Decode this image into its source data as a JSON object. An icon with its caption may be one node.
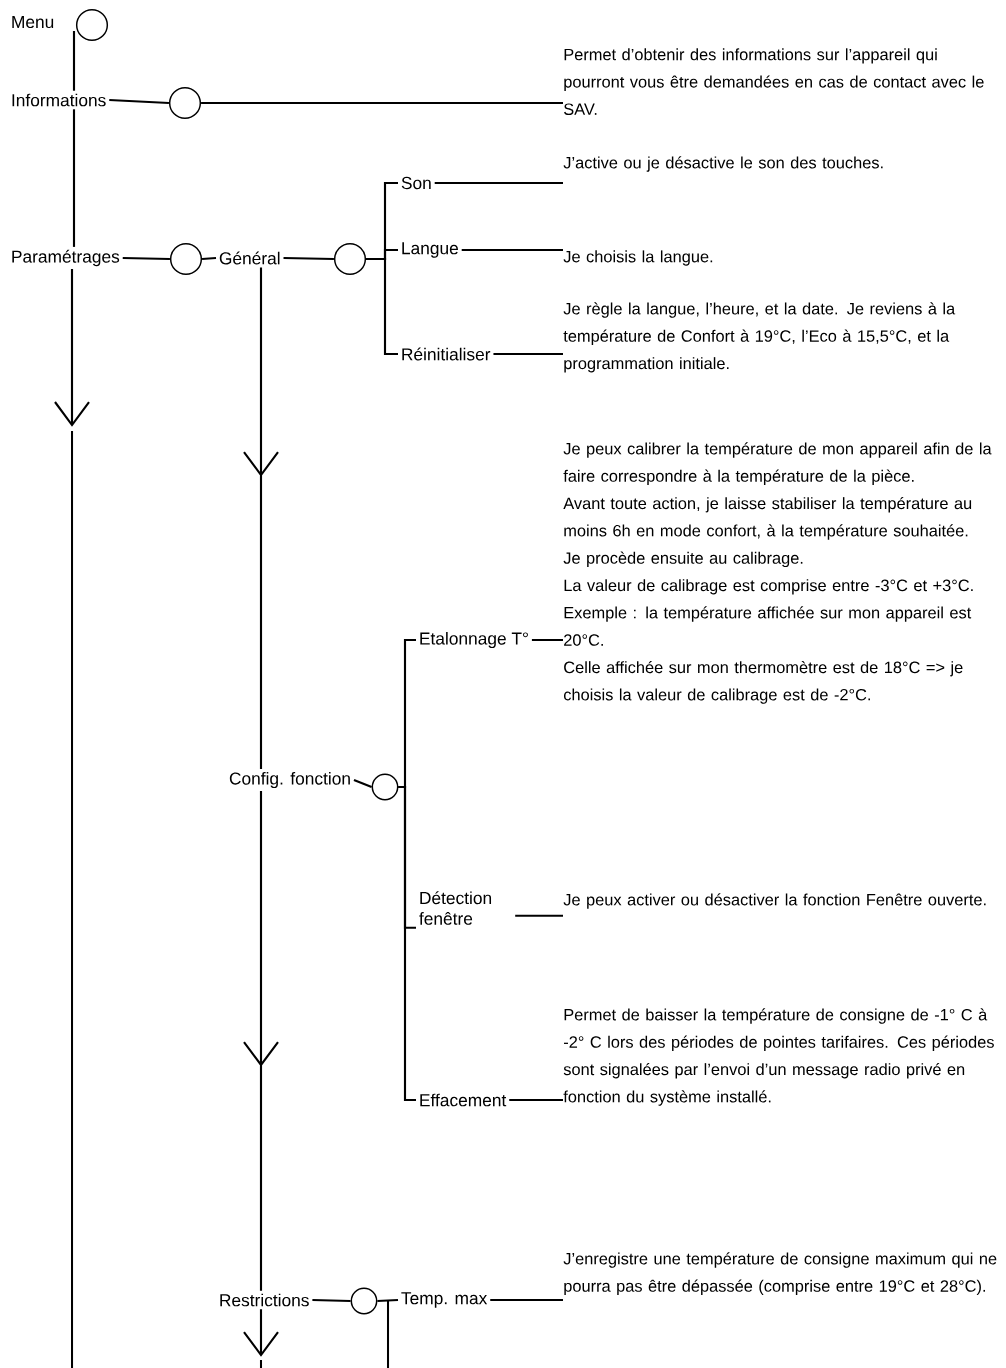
{
  "diagram": {
    "nodes": [
      {
        "text": [
          "Menu"
        ]
      },
      {
        "text": [],
        "shape": "circle"
      },
      {
        "text": [
          "Informations"
        ]
      },
      {
        "text": [],
        "shape": "circle"
      },
      {
        "text": [
          "Permet d’obtenir des informations sur l’appareil qui pourront vous être demandées en cas de contact avec le SAV."
        ]
      },
      {
        "text": [
          "Paramétrages"
        ]
      },
      {
        "text": [],
        "shape": "circle"
      },
      {
        "text": [
          "Général"
        ]
      },
      {
        "text": [],
        "shape": "circle"
      },
      {
        "text": [
          "Son"
        ]
      },
      {
        "text": [
          "J’active ou je désactive le son des touches."
        ]
      },
      {
        "text": [
          "Langue"
        ]
      },
      {
        "text": [
          "Je choisis la langue."
        ]
      },
      {
        "text": [
          "Réinitialiser"
        ]
      },
      {
        "text": [
          "Je règle la langue, l’heure, et la date. Je reviens à la température de Confort à 19°C, l’Eco à 15,5°C, et la programmation initiale."
        ]
      },
      {
        "text": [
          "Config. fonction"
        ]
      },
      {
        "text": [],
        "shape": "circle"
      },
      {
        "text": [
          "Etalonnage T°"
        ]
      },
      {
        "text": [
          "Je peux calibrer la température de mon appareil afin de la faire correspondre à la température de la pièce.",
          "Avant toute action, je laisse stabiliser la température au moins 6h en mode confort, à la température souhaitée.",
          "Je procède ensuite au calibrage.",
          "La valeur de calibrage est comprise entre -3°C et +3°C.",
          "Exemple : la température affichée sur mon appareil est 20°C.",
          "Celle affichée sur mon thermomètre est de 18°C => je choisis la valeur de calibrage est de -2°C."
        ]
      },
      {
        "text": [
          "Détection fenêtre"
        ]
      },
      {
        "text": [
          "Je peux activer ou désactiver la fonction Fenêtre ouverte."
        ]
      },
      {
        "text": [
          "Effacement"
        ]
      },
      {
        "text": [
          "Permet de baisser la température de consigne de -1° C à -2° C lors des périodes de pointes tarifaires. Ces périodes sont signalées par l’envoi d’un message radio privé en fonction du système installé."
        ]
      },
      {
        "text": [
          "Restrictions"
        ]
      },
      {
        "text": [],
        "shape": "circle"
      },
      {
        "text": [
          "Temp. max"
        ]
      },
      {
        "text": [
          "J’enregistre une température de consigne maximum qui ne pourra pas être dépassée (comprise entre 19°C et 28°C)."
        ]
      }
    ],
    "edges": [
      {
        "from": 0,
        "to": 2,
        "arrow": "none"
      },
      {
        "from": 2,
        "to": 3,
        "arrow": "none"
      },
      {
        "from": 3,
        "to": 4,
        "arrow": "none"
      },
      {
        "from": 2,
        "to": 5,
        "arrow": "none"
      },
      {
        "from": 5,
        "to": 6,
        "arrow": "none"
      },
      {
        "from": 6,
        "to": 7,
        "arrow": "none"
      },
      {
        "from": 7,
        "to": 8,
        "arrow": "none"
      },
      {
        "from": 8,
        "to": 9,
        "arrow": "none"
      },
      {
        "from": 8,
        "to": 11,
        "arrow": "none"
      },
      {
        "from": 8,
        "to": 13,
        "arrow": "none"
      },
      {
        "from": 9,
        "to": 10,
        "arrow": "none"
      },
      {
        "from": 11,
        "to": 12,
        "arrow": "none"
      },
      {
        "from": 13,
        "to": 14,
        "arrow": "none"
      },
      {
        "from": 5,
        "to": null,
        "arrow": "to"
      },
      {
        "from": 7,
        "to": 15,
        "arrow": "to"
      },
      {
        "from": 15,
        "to": 16,
        "arrow": "none"
      },
      {
        "from": 16,
        "to": 17,
        "arrow": "none"
      },
      {
        "from": 16,
        "to": 19,
        "arrow": "none"
      },
      {
        "from": 16,
        "to": 21,
        "arrow": "none"
      },
      {
        "from": 17,
        "to": 18,
        "arrow": "none"
      },
      {
        "from": 19,
        "to": 20,
        "arrow": "none"
      },
      {
        "from": 21,
        "to": 22,
        "arrow": "none"
      },
      {
        "from": 15,
        "to": 23,
        "arrow": "to"
      },
      {
        "from": 23,
        "to": 24,
        "arrow": "none"
      },
      {
        "from": 24,
        "to": 25,
        "arrow": "none"
      },
      {
        "from": 25,
        "to": 26,
        "arrow": "none"
      },
      {
        "from": 24,
        "to": null,
        "arrow": "none"
      },
      {
        "from": 23,
        "to": null,
        "arrow": "to"
      }
    ]
  }
}
